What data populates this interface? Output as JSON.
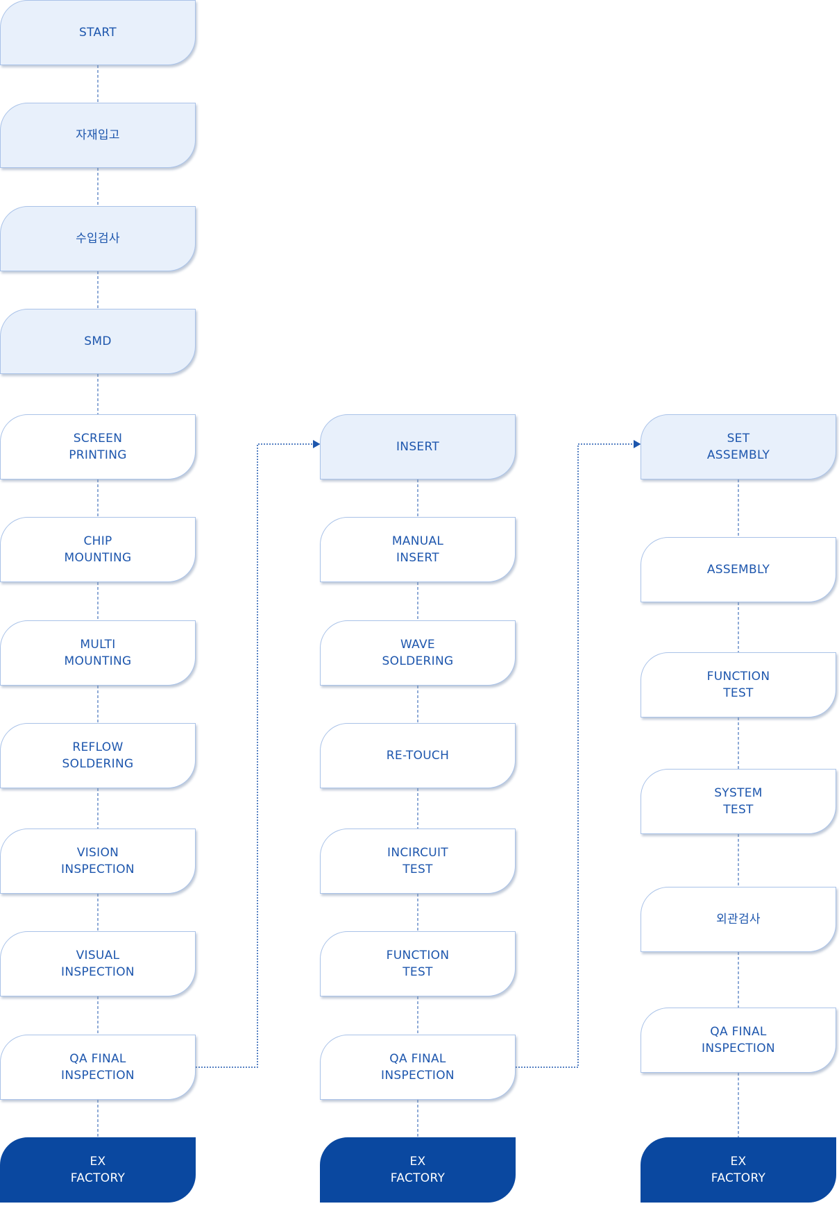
{
  "colors": {
    "border": "#a9c2e8",
    "light_fill": "#e8f0fb",
    "dark_fill": "#0a48a0",
    "text": "#1d56ad",
    "connector": "#1d56ad"
  },
  "columns": [
    {
      "steps": [
        {
          "label": "START",
          "style": "light"
        },
        {
          "label": "자재입고",
          "style": "light"
        },
        {
          "label": "수입검사",
          "style": "light"
        },
        {
          "label": "SMD",
          "style": "light"
        },
        {
          "label": "SCREEN\nPRINTING",
          "style": "white"
        },
        {
          "label": "CHIP\nMOUNTING",
          "style": "white"
        },
        {
          "label": "MULTI\nMOUNTING",
          "style": "white"
        },
        {
          "label": "REFLOW\nSOLDERING",
          "style": "white"
        },
        {
          "label": "VISION\nINSPECTION",
          "style": "white"
        },
        {
          "label": "VISUAL\nINSPECTION",
          "style": "white"
        },
        {
          "label": "QA FINAL\nINSPECTION",
          "style": "white"
        },
        {
          "label": "EX\nFACTORY",
          "style": "dark"
        }
      ]
    },
    {
      "steps": [
        {
          "label": "INSERT",
          "style": "light"
        },
        {
          "label": "MANUAL\nINSERT",
          "style": "white"
        },
        {
          "label": "WAVE\nSOLDERING",
          "style": "white"
        },
        {
          "label": "RE-TOUCH",
          "style": "white"
        },
        {
          "label": "INCIRCUIT\nTEST",
          "style": "white"
        },
        {
          "label": "FUNCTION\nTEST",
          "style": "white"
        },
        {
          "label": "QA FINAL\nINSPECTION",
          "style": "white"
        },
        {
          "label": "EX\nFACTORY",
          "style": "dark"
        }
      ]
    },
    {
      "steps": [
        {
          "label": "SET\nASSEMBLY",
          "style": "light"
        },
        {
          "label": "ASSEMBLY",
          "style": "white"
        },
        {
          "label": "FUNCTION\nTEST",
          "style": "white"
        },
        {
          "label": "SYSTEM\nTEST",
          "style": "white"
        },
        {
          "label": "외관검사",
          "style": "white"
        },
        {
          "label": "QA FINAL\nINSPECTION",
          "style": "white"
        },
        {
          "label": "EX\nFACTORY",
          "style": "dark"
        }
      ]
    }
  ]
}
